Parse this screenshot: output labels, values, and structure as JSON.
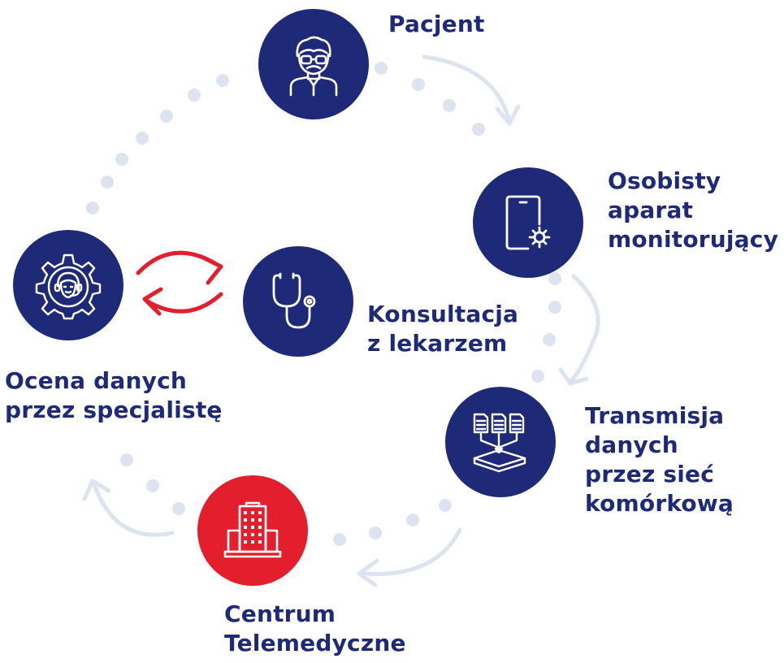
{
  "colors": {
    "navy": "#1e2a78",
    "red": "#e31e2d",
    "dot": "#dde3ef",
    "arrow": "#dde3ef",
    "text": "#1e2a78"
  },
  "nodes": {
    "pacjent": {
      "label": "Pacjent",
      "icon": "elderly-man-icon"
    },
    "aparat": {
      "lines": [
        "Osobisty",
        "aparat",
        "monitorujący"
      ],
      "icon": "tablet-gear-icon"
    },
    "konsultacja": {
      "lines": [
        "Konsultacja",
        "z lekarzem"
      ],
      "icon": "stethoscope-icon"
    },
    "ocena": {
      "lines": [
        "Ocena danych",
        "przez specjalistę"
      ],
      "icon": "gear-operator-icon"
    },
    "transmisja": {
      "lines": [
        "Transmisja",
        "danych",
        "przez sieć",
        "komórkową"
      ],
      "icon": "documents-upload-icon"
    },
    "centrum": {
      "lines": [
        "Centrum",
        "Telemedyczne"
      ],
      "icon": "building-icon"
    }
  }
}
